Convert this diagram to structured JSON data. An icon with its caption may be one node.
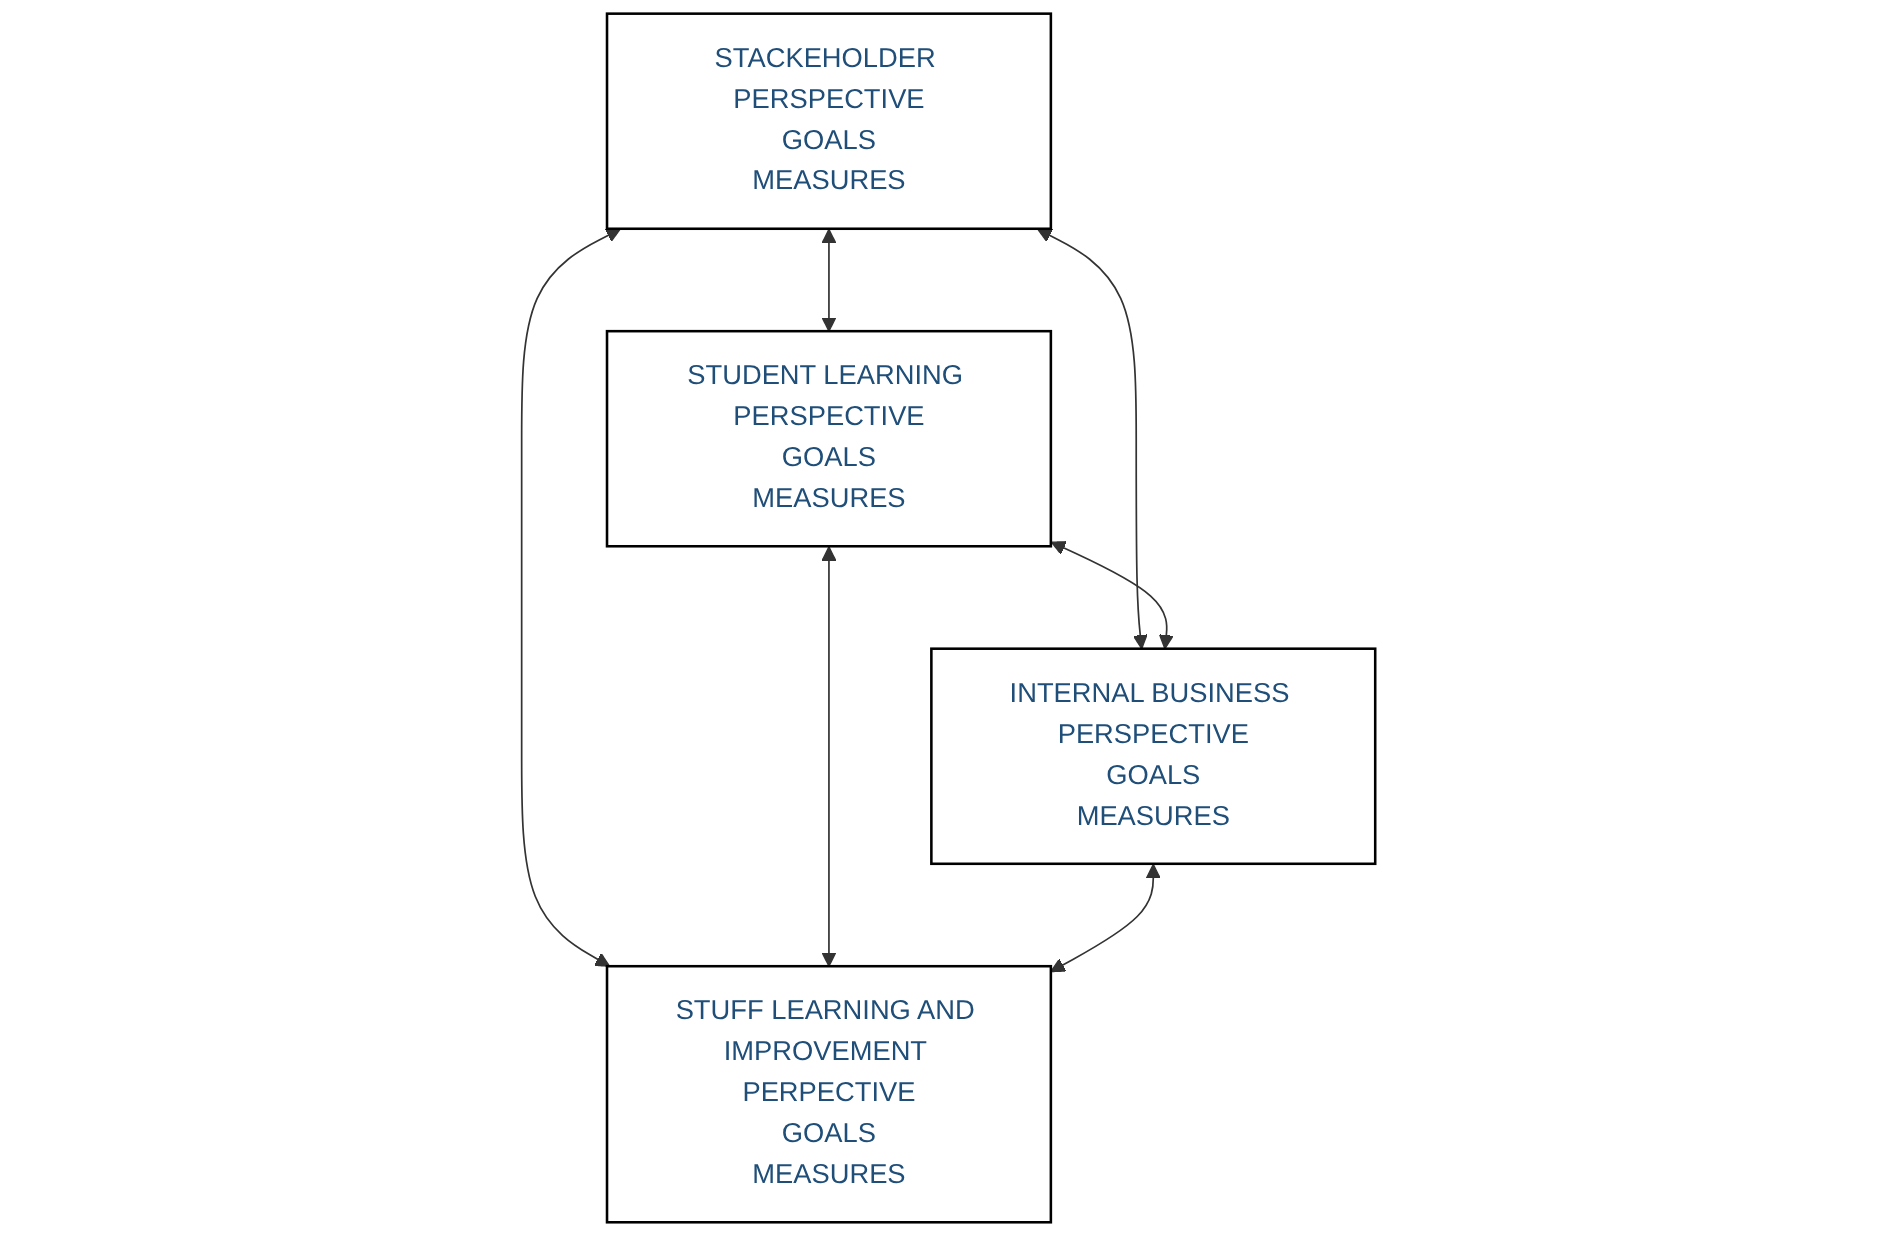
{
  "diagram": {
    "nodes": [
      {
        "text": [
          "STACKEHOLDER PERSPECTIVE",
          "GOALS",
          "MEASURES"
        ]
      },
      {
        "text": [
          "STUDENT LEARNING PERSPECTIVE",
          "GOALS",
          "MEASURES"
        ]
      },
      {
        "text": [
          "INTERNAL BUSINESS PERSPECTIVE",
          "GOALS",
          "MEASURES"
        ]
      },
      {
        "text": [
          "STUFF LEARNING AND IMPROVEMENT PERPECTIVE",
          "GOALS",
          "MEASURES"
        ]
      }
    ],
    "edges": [
      {
        "from": 0,
        "to": 1,
        "arrow": "both"
      },
      {
        "from": 0,
        "to": 2,
        "arrow": "both"
      },
      {
        "from": 0,
        "to": 3,
        "arrow": "both"
      },
      {
        "from": 1,
        "to": 2,
        "arrow": "both"
      },
      {
        "from": 1,
        "to": 3,
        "arrow": "both"
      },
      {
        "from": 2,
        "to": 3,
        "arrow": "both"
      }
    ]
  }
}
